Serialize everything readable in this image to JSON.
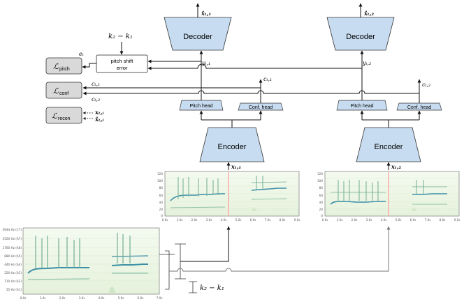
{
  "blocks": {
    "decoder_1": "Decoder",
    "decoder_2": "Decoder",
    "encoder_1": "Encoder",
    "encoder_2": "Encoder",
    "pitch_head_1": "Pitch head",
    "pitch_head_2": "Pitch head",
    "conf_head_1": "Conf. head",
    "conf_head_2": "Conf. head",
    "pitch_shift_error": [
      "pitch shift",
      "error"
    ]
  },
  "losses": {
    "pitch": {
      "sym": "ℒ",
      "sub": "pitch"
    },
    "conf": {
      "sym": "ℒ",
      "sub": "conf"
    },
    "recon": {
      "sym": "ℒ",
      "sub": "recon"
    }
  },
  "symbols": {
    "shift_label": "k₂ − k₁",
    "shift_label_bottom": "k₂ − k₁",
    "error": "eₜ",
    "x_hat_1": "x̂ₜ,₁",
    "x_hat_2": "x̂ₜ,₂",
    "y_1": "yₜ,₁",
    "y_2": "yₜ,₂",
    "c_1": "cₜ,₁",
    "c_2": "cₜ,₂",
    "c_1_in": "cₜ,₁",
    "c_2_in": "cₜ,₂",
    "x_i": "xₜ,ᵢ",
    "x_hat_i": "x̂ₜ,ᵢ",
    "x_1": "xₜ,₁",
    "x_2": "xₜ,₂"
  },
  "spectrogram_small": {
    "y_ticks": [
      "120",
      "100",
      "80",
      "60",
      "40",
      "20",
      "0"
    ],
    "x_ticks": [
      "0.0s",
      "1.0s",
      "2.0s",
      "3.0s",
      "4.0s",
      "5.0s",
      "6.0s",
      "7.0s",
      "8.0s",
      "9.0s"
    ]
  },
  "spectrogram_large": {
    "y_ticks": [
      "3944 Hz (C7)",
      "3520 Hz (A7)",
      "1760 Hz (A6)",
      "880 Hz (A5)",
      "440 Hz (A4)",
      "220 Hz (A3)",
      "110 Hz (A2)",
      "55 Hz (A1)"
    ],
    "x_ticks": [
      "0.0s",
      "1.0s",
      "2.0s",
      "3.0s",
      "4.0s",
      "5.0s",
      "6.0s",
      "7.0s"
    ]
  },
  "colors": {
    "block_fill": "#c7dcf0",
    "block_stroke": "#333333",
    "loss_fill": "#d9d9d9",
    "spec_bg": "#eef6e6",
    "spec_line": "#3d8fa6",
    "red_line": "#ff9a9a",
    "gray_arrow": "#777777"
  }
}
